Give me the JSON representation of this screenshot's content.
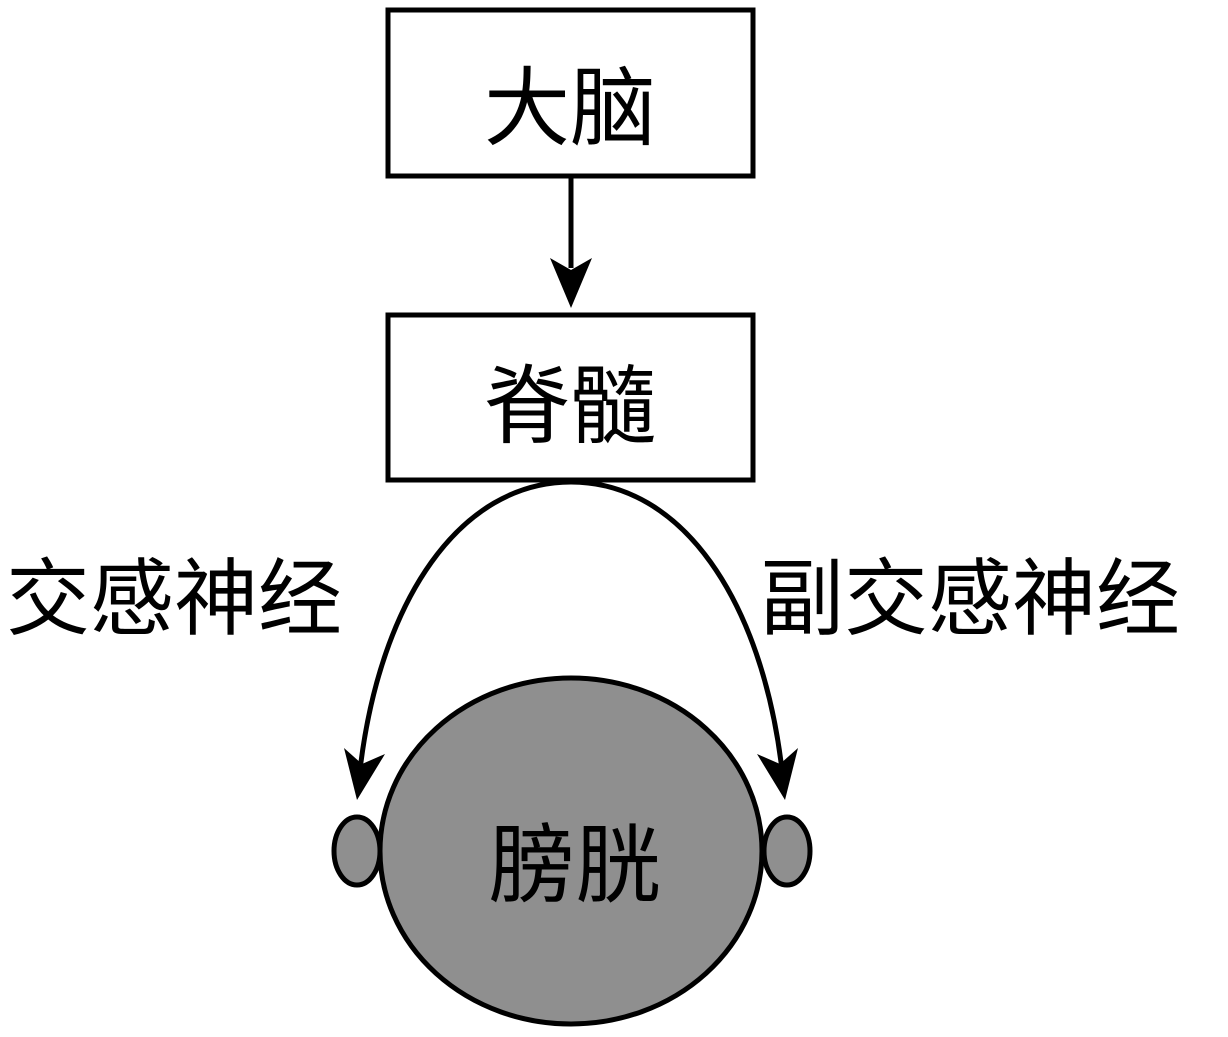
{
  "nodes": {
    "brain": "大脑",
    "spinal_cord": "脊髓",
    "bladder": "膀胱"
  },
  "edges": {
    "sympathetic": "交感神经",
    "parasympathetic": "副交感神经"
  },
  "colors": {
    "stroke": "#000000",
    "bladder_fill": "#8f8f8f",
    "box_fill": "#ffffff"
  }
}
